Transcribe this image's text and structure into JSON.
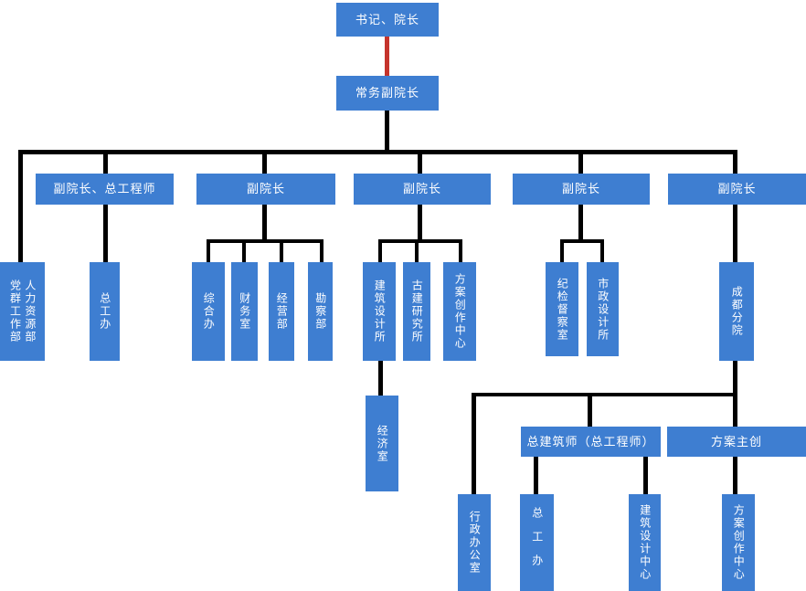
{
  "diagram": {
    "title": "design-institute-org-chart",
    "colors": {
      "node_fill": "#3e7ed1",
      "node_text": "#ffffff",
      "connector": "#000000",
      "highlight_connector": "#c5342c"
    },
    "nodes": {
      "root": "书记、院长",
      "exec_vp": "常务副院长",
      "vp_chief_engineer": "副院长、总工程师",
      "vp1": "副院长",
      "vp2": "副院长",
      "vp3": "副院长",
      "vp4": "副院长",
      "party_mass_dept": "党群工作部",
      "hr_dept": "人力资源部",
      "chief_eng_office": "总工办",
      "general_office": "综合办",
      "finance_office": "财务室",
      "business_dept": "经营部",
      "survey_dept": "勘察部",
      "arch_design_institute": "建筑设计所",
      "ancient_arch_institute": "古建研究所",
      "concept_creation_center": "方案创作中心",
      "economy_office": "经济室",
      "discipline_office": "纪检督察室",
      "municipal_design_institute": "市政设计所",
      "chengdu_branch": "成都分院",
      "chief_architect": "总建筑师（总工程师）",
      "concept_lead": "方案主创",
      "admin_office": "行政办公室",
      "chief_eng_office_branch": "总工办",
      "arch_design_center": "建筑设计中心",
      "concept_creation_center_branch": "方案创作中心"
    }
  }
}
